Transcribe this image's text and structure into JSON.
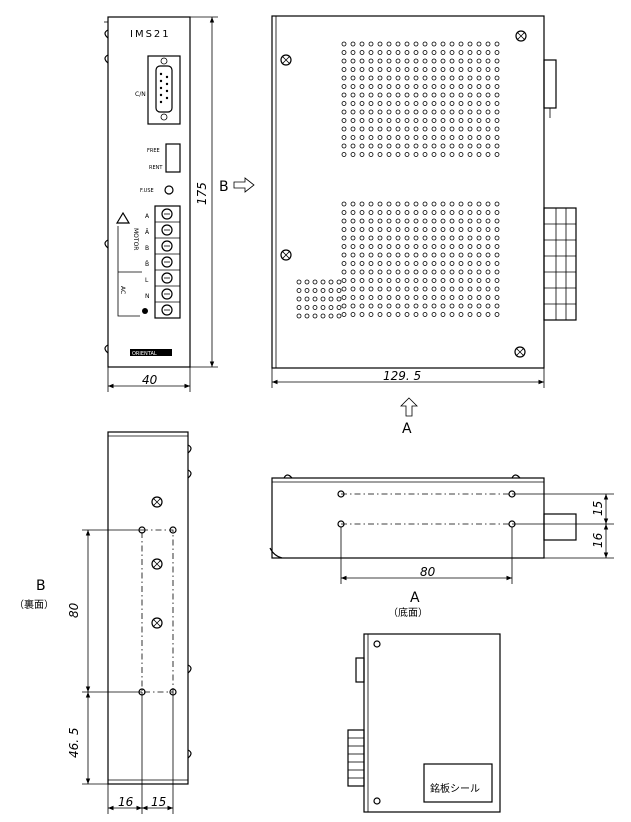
{
  "labels": {
    "model": "IMS21",
    "connector_label": "C/N",
    "free": "FREE",
    "rent": "RENT",
    "motor": "MOTOR",
    "fuse": "F.USE",
    "pin_a": "A",
    "pin_abar": "Ā",
    "pin_b": "B",
    "pin_bbar": "B̄",
    "pin_l": "L",
    "pin_n": "N",
    "ac_label": "AC",
    "brand": "ORIENTAL",
    "arrow_b": "B",
    "arrow_a": "A",
    "view_b": "B",
    "view_b_sub": "（裏面）",
    "view_a": "A",
    "view_a_sub": "（底面）",
    "nameplate": "銘板シール"
  },
  "dimensions": {
    "height_front": "175",
    "width_front": "40",
    "depth_side": "129. 5",
    "bottom_hole_span": "80",
    "bottom_offset_top": "15",
    "bottom_offset_bot": "16",
    "back_hole_span": "80",
    "back_offset": "46. 5",
    "back_x1": "16",
    "back_x2": "15"
  },
  "colors": {
    "line": "#000000",
    "background": "#ffffff"
  }
}
